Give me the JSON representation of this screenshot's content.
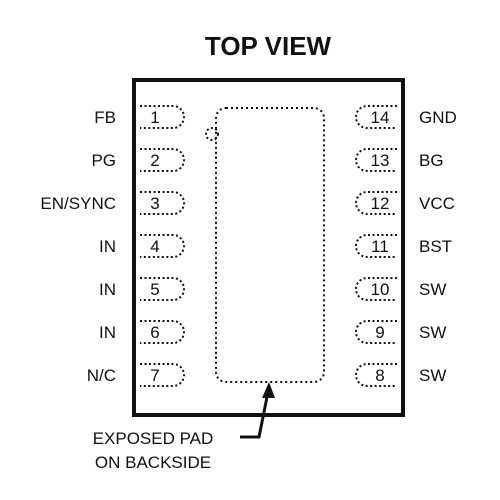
{
  "title": "TOP VIEW",
  "colors": {
    "ink": "#111111",
    "background": "#ffffff"
  },
  "left_pins": [
    {
      "number": "1",
      "name": "FB"
    },
    {
      "number": "2",
      "name": "PG"
    },
    {
      "number": "3",
      "name": "EN/SYNC"
    },
    {
      "number": "4",
      "name": "IN"
    },
    {
      "number": "5",
      "name": "IN"
    },
    {
      "number": "6",
      "name": "IN"
    },
    {
      "number": "7",
      "name": "N/C"
    }
  ],
  "right_pins": [
    {
      "number": "14",
      "name": "GND"
    },
    {
      "number": "13",
      "name": "BG"
    },
    {
      "number": "12",
      "name": "VCC"
    },
    {
      "number": "11",
      "name": "BST"
    },
    {
      "number": "10",
      "name": "SW"
    },
    {
      "number": "9",
      "name": "SW"
    },
    {
      "number": "8",
      "name": "SW"
    }
  ],
  "callout": {
    "line1": "EXPOSED PAD",
    "line2": "ON BACKSIDE"
  }
}
